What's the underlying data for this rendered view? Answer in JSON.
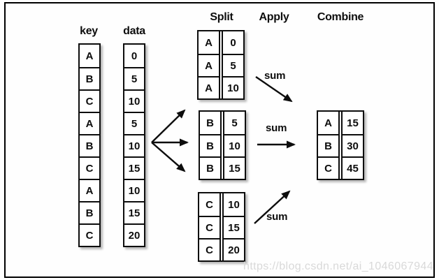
{
  "headers": {
    "key": "key",
    "data": "data",
    "split": "Split",
    "apply": "Apply",
    "combine": "Combine"
  },
  "source": {
    "key_column": [
      "A",
      "B",
      "C",
      "A",
      "B",
      "C",
      "A",
      "B",
      "C"
    ],
    "data_column": [
      "0",
      "5",
      "10",
      "5",
      "10",
      "15",
      "10",
      "15",
      "20"
    ]
  },
  "split_tables": [
    {
      "rows": [
        [
          "A",
          "0"
        ],
        [
          "A",
          "5"
        ],
        [
          "A",
          "10"
        ]
      ]
    },
    {
      "rows": [
        [
          "B",
          "5"
        ],
        [
          "B",
          "10"
        ],
        [
          "B",
          "15"
        ]
      ]
    },
    {
      "rows": [
        [
          "C",
          "10"
        ],
        [
          "C",
          "15"
        ],
        [
          "C",
          "20"
        ]
      ]
    }
  ],
  "apply": {
    "labels": [
      "sum",
      "sum",
      "sum"
    ]
  },
  "combine_table": {
    "rows": [
      [
        "A",
        "15"
      ],
      [
        "B",
        "30"
      ],
      [
        "C",
        "45"
      ]
    ]
  },
  "watermark": "https://blog.csdn.net/ai_1046067944",
  "colors": {
    "line": "#0d0d0d",
    "background": "#fefefe",
    "watermark": "#d9d9d9"
  }
}
